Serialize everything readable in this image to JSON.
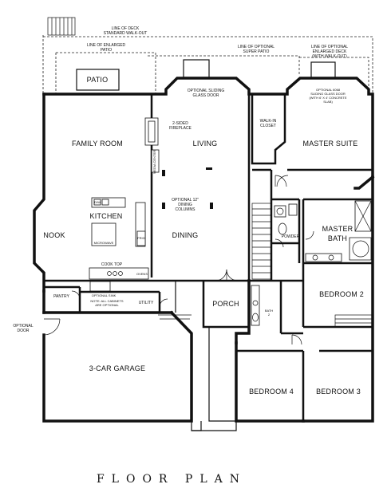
{
  "title": "FLOOR PLAN",
  "annotations": {
    "deck_line": "LINE OF DECK",
    "deck_walkout": "STANDARD WALK-OUT",
    "enlarged_patio_1": "LINE OF ENLARGED",
    "enlarged_patio_2": "PATIO",
    "super_patio_1": "LINE OF OPTIONAL",
    "super_patio_2": "SUPER PATIO",
    "deck_opt_1": "LINE OF OPTIONAL",
    "deck_opt_2": "ENLARGED DECK",
    "deck_opt_3": "(WITH WALK-OUT)",
    "sliding_door_1": "OPTIONAL SLIDING",
    "sliding_door_2": "GLASS DOOR",
    "slider_6068_1": "OPTIONAL 6068",
    "slider_6068_2": "SLIDING GLASS DOOR",
    "slider_6068_3": "(WITH 6' X 4' CONCRETE",
    "slider_6068_4": "SLAB)",
    "fireplace_1": "2-SIDED",
    "fireplace_2": "FIREPLACE",
    "columns_1": "OPTIONAL 12\"",
    "columns_2": "DINING",
    "columns_3": "COLUMNS",
    "optional_door_1": "OPTIONAL",
    "optional_door_2": "DOOR",
    "optional_sink": "OPTIONAL SINK",
    "cabinets_1": "NOTE: ALL CABINETS",
    "cabinets_2": "ARE OPTIONAL",
    "cook_top": "COOK TOP",
    "ovens": "OVENS",
    "microwave": "MICROWAVE",
    "refrigerator": "FRIG",
    "dishwasher": "D/W",
    "media": "MEDIA CENTER"
  },
  "rooms": {
    "patio": "PATIO",
    "family_room": "FAMILY ROOM",
    "living": "LIVING",
    "walk_in_closet_1": "WALK-IN",
    "walk_in_closet_2": "CLOSET",
    "master_suite": "MASTER SUITE",
    "kitchen": "KITCHEN",
    "nook": "NOOK",
    "dining": "DINING",
    "powder": "POWDER",
    "master_bath_1": "MASTER",
    "master_bath_2": "BATH",
    "pantry": "PANTRY",
    "utility": "UTILITY",
    "porch": "PORCH",
    "bedroom_2": "BEDROOM 2",
    "bath_2_1": "BATH",
    "bath_2_2": "2",
    "garage": "3-CAR GARAGE",
    "bedroom_4": "BEDROOM 4",
    "bedroom_3": "BEDROOM 3"
  }
}
